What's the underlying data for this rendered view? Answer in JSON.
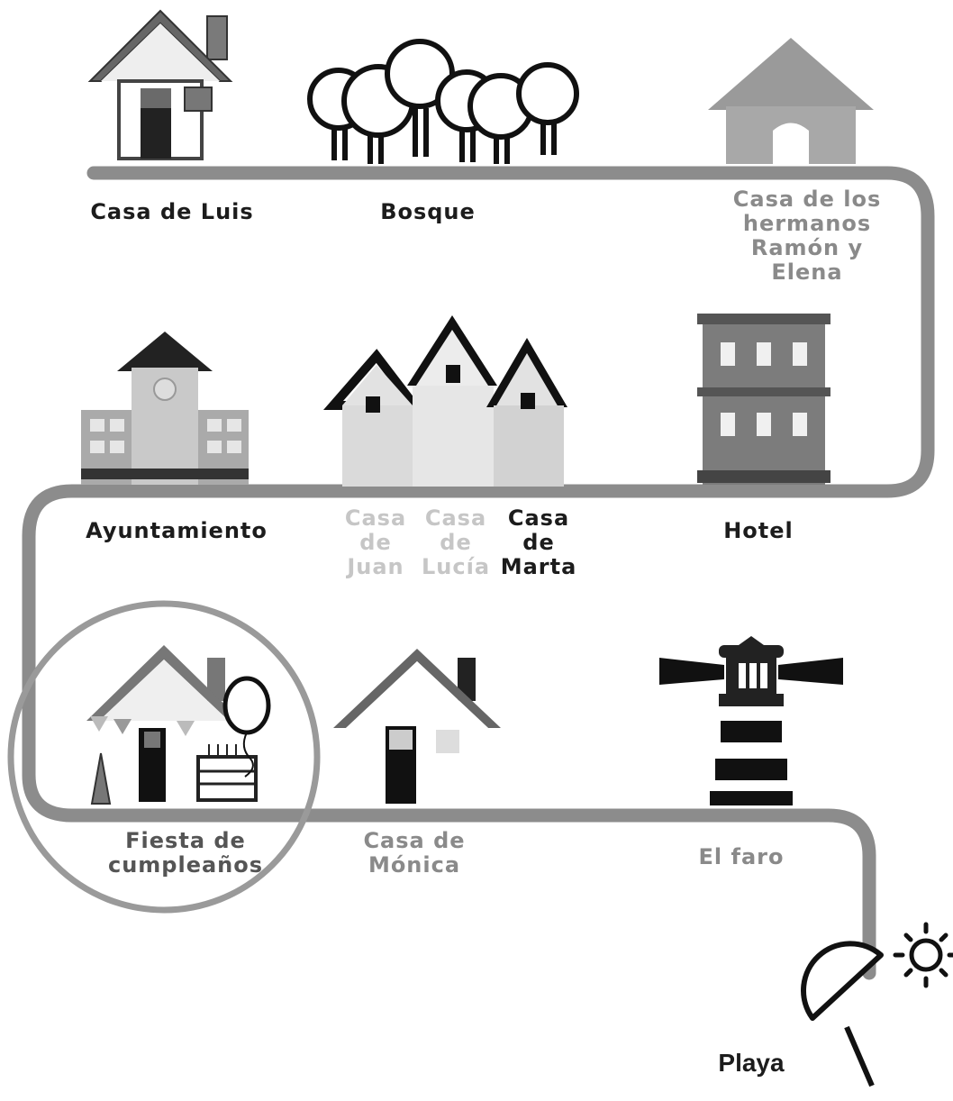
{
  "labels": {
    "casa_luis": "Casa de Luis",
    "bosque": "Bosque",
    "casa_hermanos": "Casa de los hermanos Ramón y Elena",
    "ayuntamiento": "Ayuntamiento",
    "casa_juan": "Casa de Juan",
    "casa_lucia": "Casa de Lucía",
    "casa_marta": "Casa de Marta",
    "hotel": "Hotel",
    "fiesta": "Fiesta de cumpleaños",
    "casa_monica": "Casa de Mónica",
    "faro": "El faro",
    "playa": "Playa"
  }
}
